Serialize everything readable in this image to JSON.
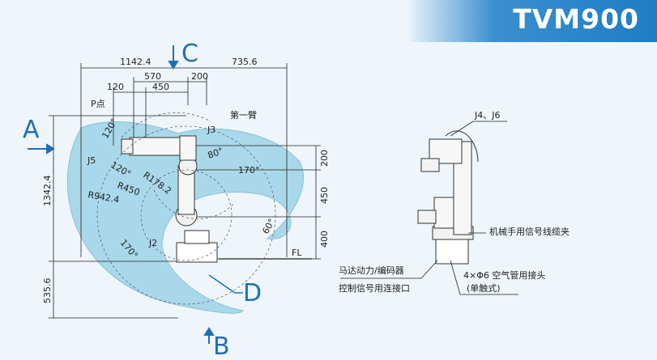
{
  "model": "TVM900",
  "view_markers": {
    "A": "A",
    "B": "B",
    "C": "C",
    "D": "D"
  },
  "dimensions": {
    "top_left": "1142.4",
    "top_right": "735.6",
    "d570": "570",
    "d200": "200",
    "d120": "120",
    "d450_top": "450",
    "side_1342": "1342.4",
    "side_535": "535.6",
    "right_200": "200",
    "right_450": "450",
    "right_400": "400"
  },
  "labels": {
    "p_point": "P点",
    "first_arm": "第一臂",
    "j3": "J3",
    "j5": "J5",
    "j2": "J2",
    "j4_j6": "J4、J6",
    "fl": "FL",
    "angle_120a": "120°",
    "angle_120b": "120°",
    "angle_80": "80°",
    "angle_170a": "170°",
    "angle_170b": "170°",
    "angle_60": "60°",
    "r178": "R178.2",
    "r450": "R450",
    "r942": "R942.4"
  },
  "callouts": {
    "signal_clamp": "机械手用信号线缆夹",
    "motor_port_line1": "马达动力/编码器",
    "motor_port_line2": "控制信号用连接口",
    "air_joint_line1": "4×Φ6 空气管用接头",
    "air_joint_line2": "(单触式)"
  },
  "colors": {
    "banner": "#2a86cc",
    "work_envelope": "#a9d8ea",
    "marker": "#1f6fb8",
    "line": "#222222"
  }
}
